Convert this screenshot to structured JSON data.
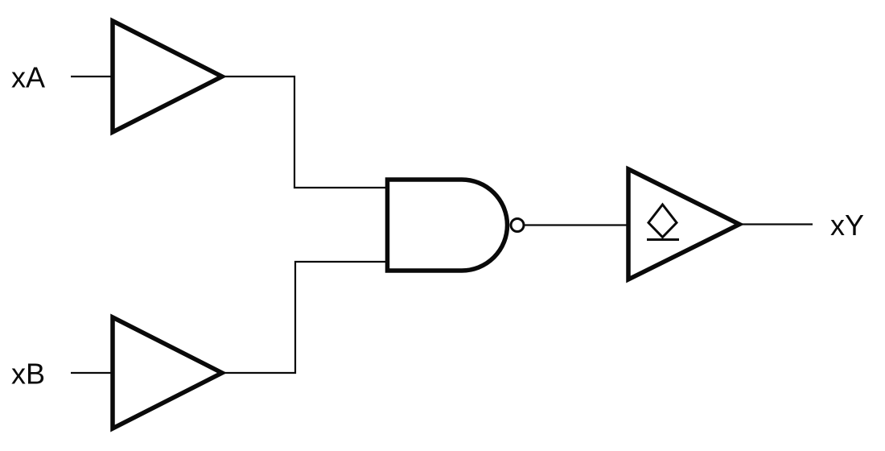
{
  "diagram": {
    "labels": {
      "input_a": "xA",
      "input_b": "xB",
      "output": "xY"
    },
    "gates": [
      {
        "id": "buffer-a",
        "type": "buffer",
        "input": "xA"
      },
      {
        "id": "buffer-b",
        "type": "buffer",
        "input": "xB"
      },
      {
        "id": "nand-gate",
        "type": "nand",
        "inputs": [
          "xA",
          "xB"
        ]
      },
      {
        "id": "output-buffer",
        "type": "open-drain-buffer",
        "output": "xY"
      }
    ],
    "colors": {
      "stroke": "#0a0a0a",
      "background": "#ffffff"
    }
  }
}
